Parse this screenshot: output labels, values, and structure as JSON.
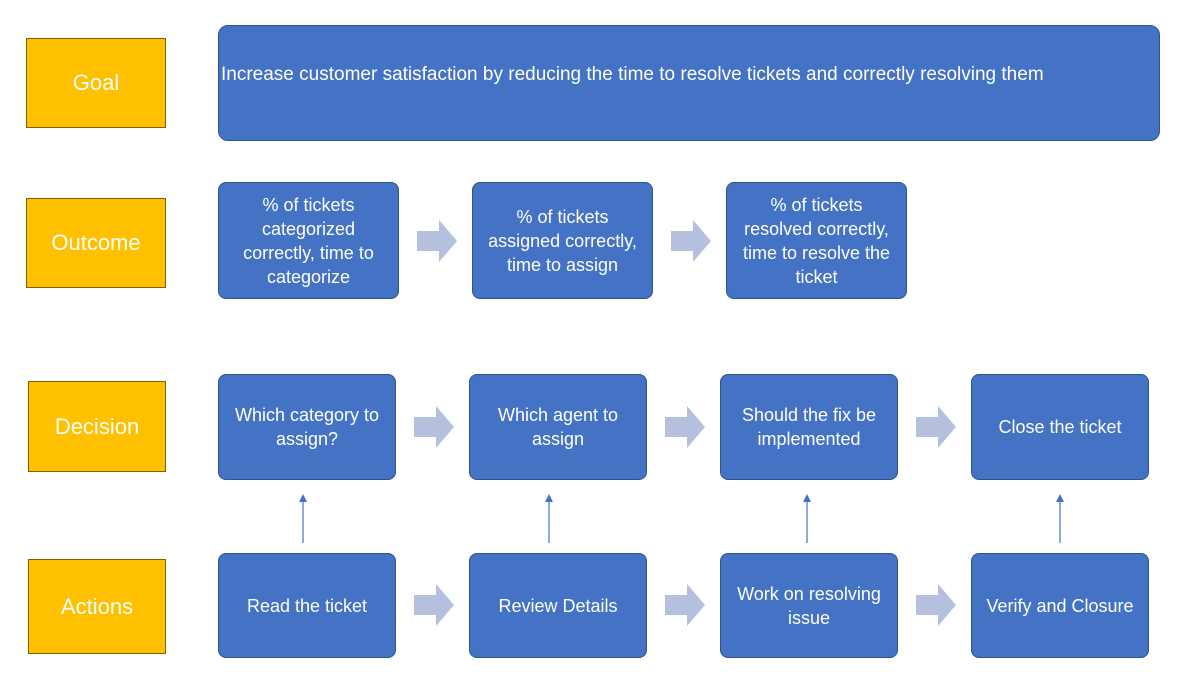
{
  "rows": {
    "goal": {
      "label": "Goal"
    },
    "outcome": {
      "label": "Outcome"
    },
    "decision": {
      "label": "Decision"
    },
    "actions": {
      "label": "Actions"
    }
  },
  "goal": {
    "text": "Increase customer satisfaction by reducing the time to resolve tickets and correctly resolving them"
  },
  "outcomes": [
    {
      "text": "% of tickets categorized correctly, time to categorize"
    },
    {
      "text": "% of tickets assigned correctly, time to assign"
    },
    {
      "text": "% of tickets resolved correctly, time to resolve the ticket"
    }
  ],
  "decisions": [
    {
      "text": "Which category to assign?"
    },
    {
      "text": "Which agent to assign"
    },
    {
      "text": "Should the fix be implemented"
    },
    {
      "text": "Close the ticket"
    }
  ],
  "actions": [
    {
      "text": "Read the ticket"
    },
    {
      "text": "Review Details"
    },
    {
      "text": "Work on resolving issue"
    },
    {
      "text": "Verify and Closure"
    }
  ],
  "icons": {
    "flow_arrow": "right-block-arrow-icon",
    "link_arrow": "up-arrow-icon"
  },
  "colors": {
    "label_fill": "#FFC000",
    "box_fill": "#4472C4",
    "box_border": "#2F528F",
    "block_arrow": "#B4C0DE",
    "link_arrow": "#4472C4"
  }
}
